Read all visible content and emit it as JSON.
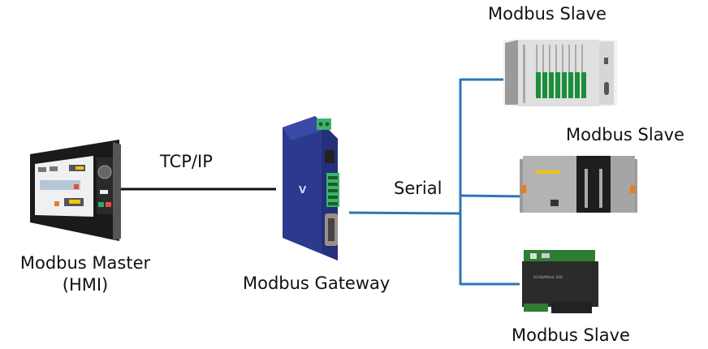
{
  "diagram": {
    "title": "Modbus Gateway network topology",
    "colors": {
      "tcp_line": "#111111",
      "serial_line": "#2e74b5",
      "gateway_body": "#2b3a8f",
      "terminal_green": "#3cb371",
      "io_module_green": "#1a8f3a"
    },
    "nodes": {
      "master": {
        "label_line1": "Modbus Master",
        "label_line2": "(HMI)",
        "icon": "hmi-touch-panel"
      },
      "gateway": {
        "label": "Modbus Gateway",
        "icon": "din-rail-gateway"
      },
      "slave_top": {
        "label": "Modbus Slave",
        "icon": "rack-plc"
      },
      "slave_middle": {
        "label": "Modbus Slave",
        "icon": "modular-plc"
      },
      "slave_bottom": {
        "label": "Modbus Slave",
        "icon": "rtu-controller",
        "device_text": "SCADAPack 330"
      }
    },
    "links": {
      "tcp": {
        "label": "TCP/IP"
      },
      "serial": {
        "label": "Serial"
      }
    }
  }
}
